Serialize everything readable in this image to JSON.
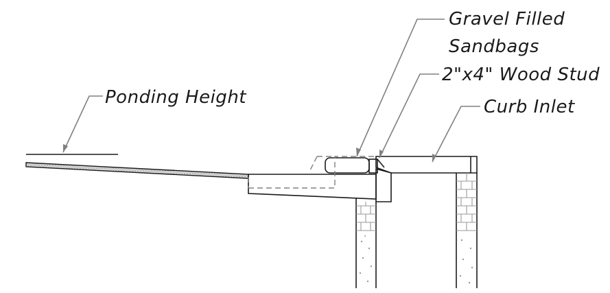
{
  "labels": {
    "ponding_height": "Ponding Height",
    "gravel_line1": "Gravel Filled",
    "gravel_line2": "Sandbags",
    "wood_stud": "2\"x4\" Wood Stud",
    "curb_inlet": "Curb Inlet"
  },
  "colors": {
    "line": "#1a1a1a",
    "leader": "#808080",
    "hatch": "#9a9a9a",
    "ground_fill": "#b8b8b8"
  }
}
